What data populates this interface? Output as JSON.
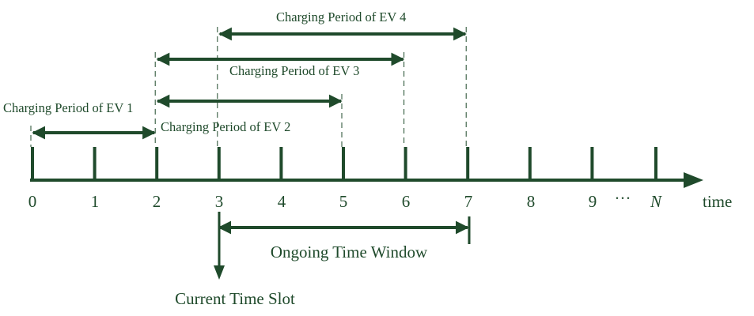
{
  "colors": {
    "main": "#1f4a2b",
    "background": "#ffffff"
  },
  "timeline": {
    "ticks": [
      "0",
      "1",
      "2",
      "3",
      "4",
      "5",
      "6",
      "7",
      "8",
      "9"
    ],
    "ellipsis": "···",
    "last_tick": "N",
    "axis_label": "time"
  },
  "charging_periods": [
    {
      "label": "Charging Period of EV 1",
      "start": 0,
      "end": 2
    },
    {
      "label": "Charging Period of EV 2",
      "start": 2,
      "end": 5
    },
    {
      "label": "Charging Period of EV 3",
      "start": 2,
      "end": 6
    },
    {
      "label": "Charging Period of EV 4",
      "start": 3,
      "end": 7
    }
  ],
  "ongoing_window": {
    "label": "Ongoing Time Window",
    "start": 3,
    "end": 7
  },
  "current_slot": {
    "label": "Current Time Slot",
    "slot": 3
  }
}
